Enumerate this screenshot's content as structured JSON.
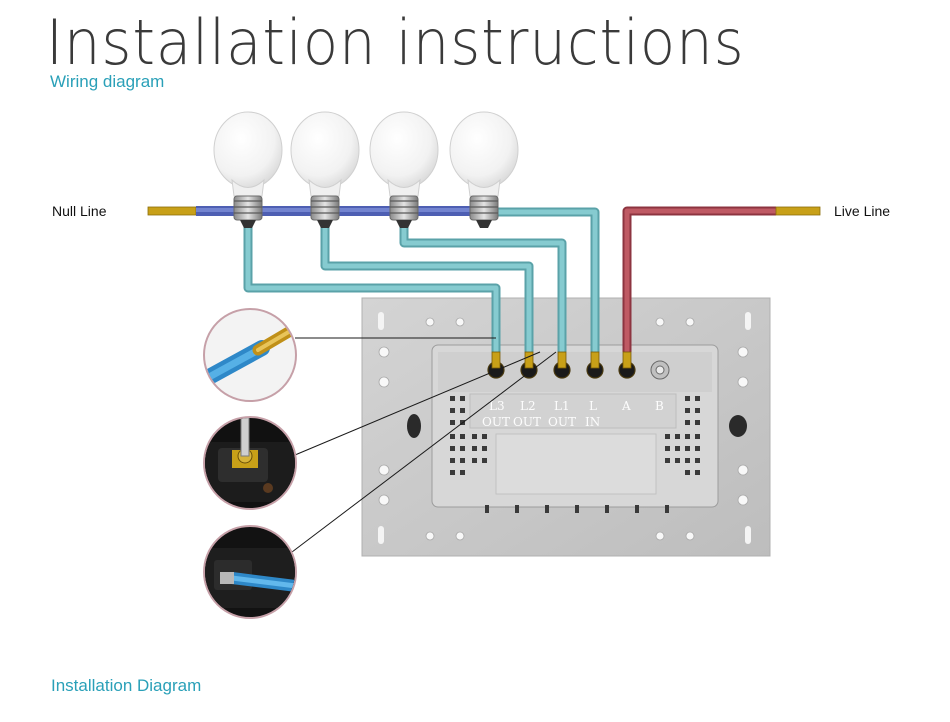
{
  "header": {
    "title": "Installation instructions",
    "subtitle": "Wiring diagram"
  },
  "labels": {
    "null_line": "Null Line",
    "live_line": "Live Line"
  },
  "terminals": {
    "top_row": [
      "L3",
      "L2",
      "L1",
      "L",
      "A",
      "B"
    ],
    "bottom_row": [
      "OUT",
      "OUT",
      "OUT",
      "IN"
    ]
  },
  "footer": {
    "caption": "Installation Diagram"
  },
  "colors": {
    "accent_text": "#2aa0b8",
    "null_wire": "#5566bb",
    "load_wire": "#7cc4c8",
    "live_wire": "#b24b55",
    "wire_tip": "#c8a018",
    "panel": "#c9c9c9"
  },
  "icons": [
    "light-bulb-icon",
    "stripped-wire-icon",
    "screw-terminal-icon",
    "wire-insert-icon"
  ]
}
